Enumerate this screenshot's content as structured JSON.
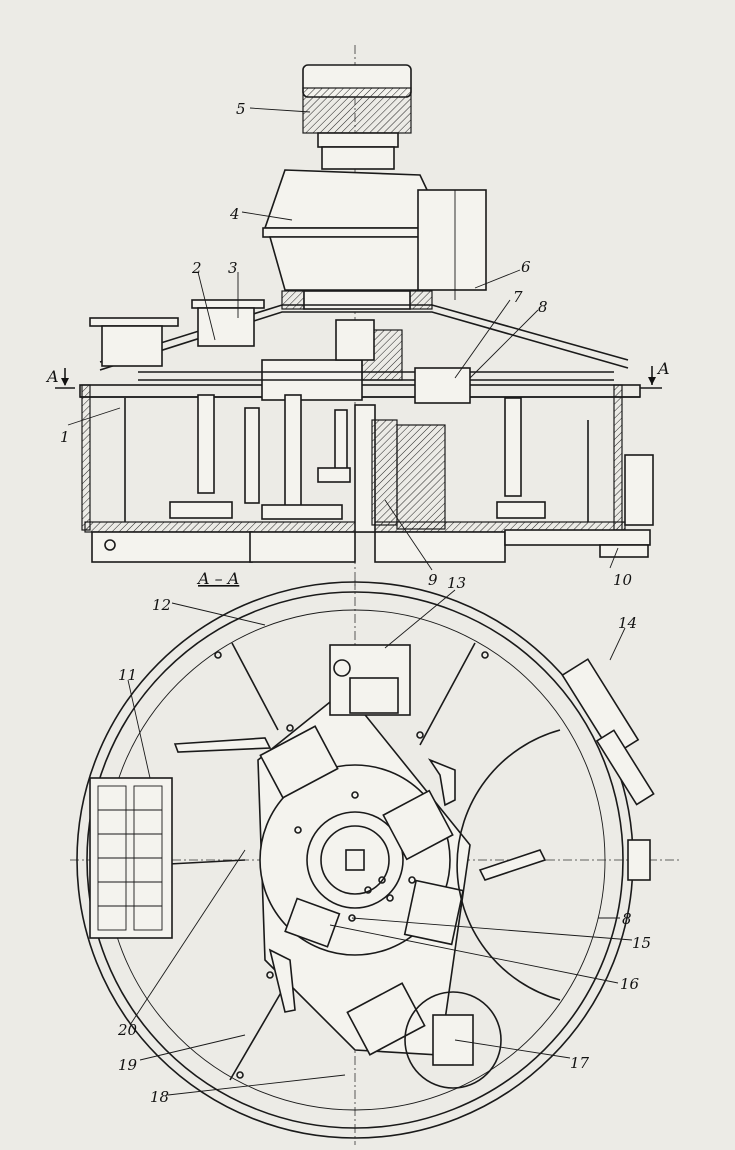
{
  "labels": {
    "l1": "1",
    "l2": "2",
    "l3": "3",
    "l4": "4",
    "l5": "5",
    "l6": "6",
    "l7": "7",
    "l8": "8",
    "l9": "9",
    "l10": "10",
    "l11": "11",
    "l12": "12",
    "l13": "13",
    "l14": "14",
    "l8b": "8",
    "l15": "15",
    "l16": "16",
    "l17": "17",
    "l18": "18",
    "l19": "19",
    "l20": "20"
  },
  "section_marks": {
    "left": "A",
    "right": "A",
    "title": "A – A"
  }
}
